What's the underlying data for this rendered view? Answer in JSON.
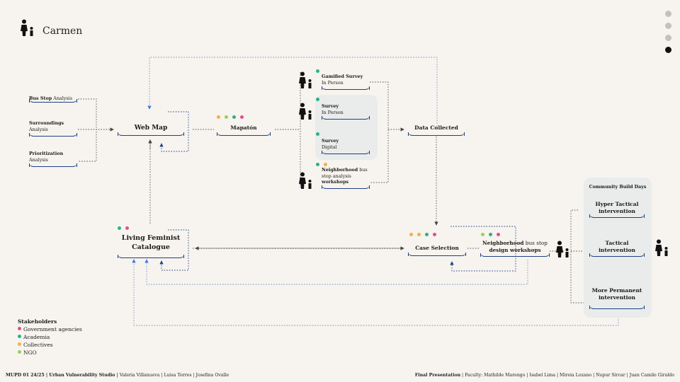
{
  "title": "Carmen",
  "colors": {
    "government": "#e84a9a",
    "academia": "#2bb189",
    "collectives": "#f0b248",
    "ngo": "#9ccd5b",
    "node_line": "#1f3f86",
    "dotted_line": "#6f8fcf",
    "panel": "#e9ecea"
  },
  "page_dots": [
    "inactive",
    "inactive",
    "inactive",
    "active"
  ],
  "nodes": {
    "bus_stop": {
      "bold": "Bus Stop",
      "rest": " Analysis"
    },
    "surroundings": {
      "bold": "Surroundings",
      "sub": "Analysis"
    },
    "prioritization": {
      "bold": "Prioritization",
      "sub": "Analysis"
    },
    "web_map": "Web Map",
    "mapaton": "Mapatón",
    "gamified": {
      "bold": "Gamified Survey",
      "sub": "In Person"
    },
    "survey_in_person": {
      "bold": "Survey",
      "sub": "In Person"
    },
    "survey_digital": {
      "bold": "Survey",
      "sub": "Digital"
    },
    "neighborhood_analysis": {
      "line1_bold": "Neighborhood",
      "line1_rest": " bus",
      "line2": "stop analysis",
      "line3_bold": "workshops"
    },
    "data_collected": "Data Collected",
    "living_catalogue": {
      "line1": "Living Feminist",
      "line2": "Catalogue"
    },
    "case_selection": "Case Selection",
    "neighborhood_design": {
      "line1_bold": "Neighborhood",
      "line1_rest": " bus stop",
      "line2_bold": "design workshops"
    },
    "community_title": "Community Build Days",
    "hyper_tactical": {
      "line1": "Hyper Tactical",
      "line2": "intervention"
    },
    "tactical": {
      "line1": "Tactical",
      "line2": "intervention"
    },
    "permanent": {
      "line1": "More Permanent",
      "line2": "intervention"
    }
  },
  "stakeholder_dots": {
    "mapaton": [
      "collectives",
      "ngo",
      "academia",
      "government"
    ],
    "gamified": [
      "academia"
    ],
    "survey_in_person": [
      "academia"
    ],
    "survey_digital": [
      "academia"
    ],
    "neighborhood_analysis": [
      "academia",
      "collectives"
    ],
    "living_catalogue": [
      "academia",
      "government"
    ],
    "case_selection": [
      "collectives",
      "collectives",
      "academia",
      "government"
    ],
    "neighborhood_design": [
      "ngo",
      "academia",
      "government"
    ]
  },
  "legend": {
    "title": "Stakeholders",
    "items": [
      {
        "label": "Government agencies",
        "color": "government"
      },
      {
        "label": "Academia",
        "color": "academia"
      },
      {
        "label": "Collectives",
        "color": "collectives"
      },
      {
        "label": "NGO",
        "color": "ngo"
      }
    ]
  },
  "icons": [
    "mother-child-icon"
  ],
  "footer": {
    "left_bold": "MUPD 01 24/25 | Urban Vulnerability Studio |",
    "left_rest": " Valeria Villanueva | Luisa Torres | Josefina Ovalle",
    "right_bold": "Final Presentation",
    "right_rest": " | Faculty: Mathilde Marengo | Isabel Lima | Mireia Lozano | Nupur Sircar | Juan Camilo Giraldo"
  }
}
